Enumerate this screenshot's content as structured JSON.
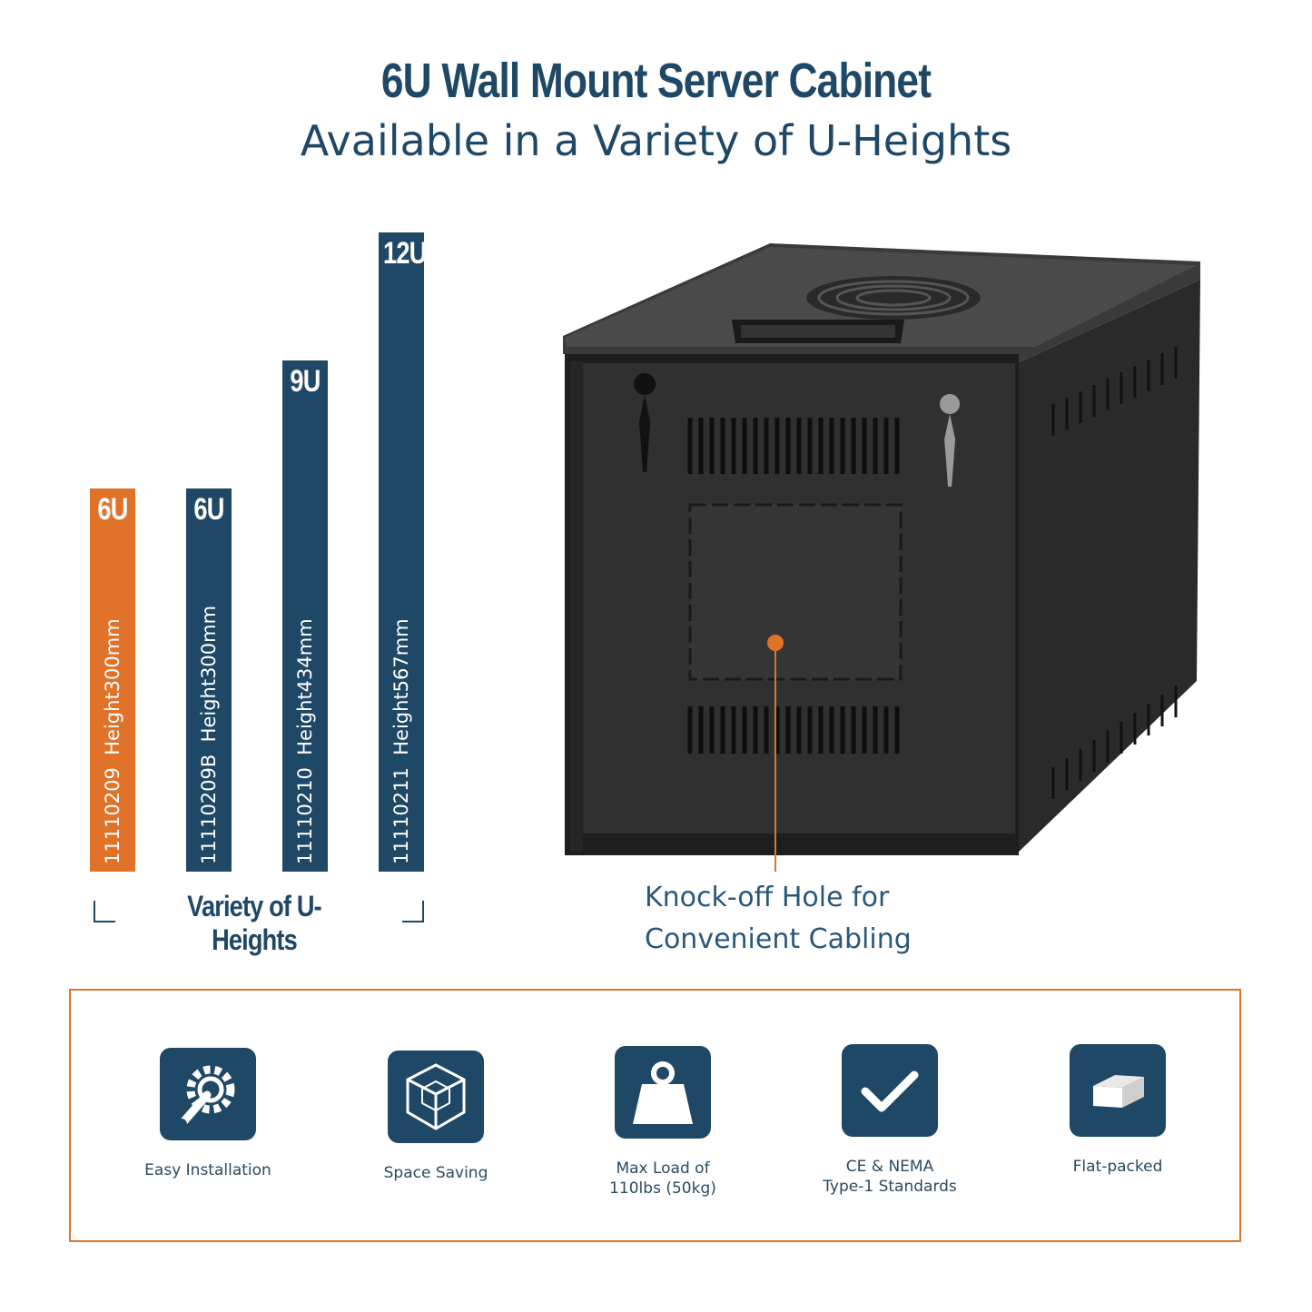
{
  "header": {
    "title": "6U Wall Mount Server Cabinet",
    "subtitle": "Available in a Variety of U-Heights"
  },
  "bars": [
    {
      "size": "6U",
      "model": "11110209",
      "height": "Height300mm",
      "color": "#e0722a"
    },
    {
      "size": "6U",
      "model": "11110209B",
      "height": "Height300mm",
      "color": "#1f4866"
    },
    {
      "size": "9U",
      "model": "11110210",
      "height": "Height434mm",
      "color": "#1f4866"
    },
    {
      "size": "12U",
      "model": "11110211",
      "height": "Height567mm",
      "color": "#1f4866"
    }
  ],
  "variety_label": "Variety of U-Heights",
  "callout": {
    "line1": "Knock-off Hole for",
    "line2": "Convenient Cabling"
  },
  "features": [
    {
      "icon": "wrench-gear-icon",
      "line1": "Easy Installation",
      "line2": ""
    },
    {
      "icon": "cube-icon",
      "line1": "Space Saving",
      "line2": ""
    },
    {
      "icon": "weight-icon",
      "line1": "Max Load of",
      "line2": "110lbs (50kg)"
    },
    {
      "icon": "checkmark-icon",
      "line1": "CE & NEMA",
      "line2": "Type-1 Standards"
    },
    {
      "icon": "box-icon",
      "line1": "Flat-packed",
      "line2": ""
    }
  ],
  "colors": {
    "primary": "#1f4866",
    "accent": "#e0722a",
    "cabinet": "#2b2b2b"
  }
}
